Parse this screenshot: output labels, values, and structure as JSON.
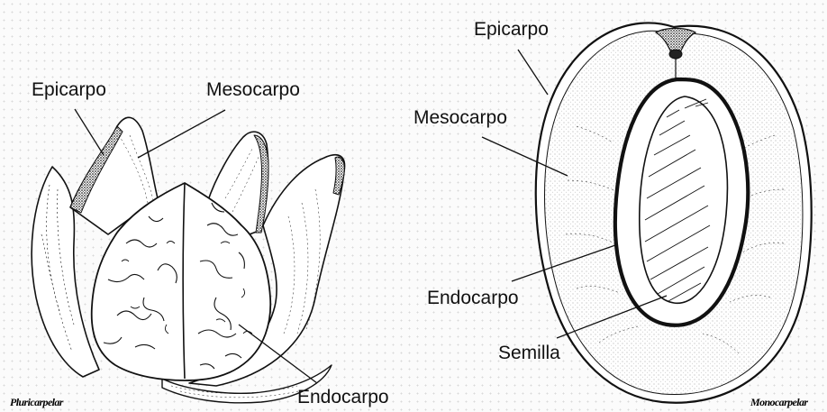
{
  "left_figure": {
    "caption": "Pluricarpelar",
    "labels": {
      "epicarpo": "Epicarpo",
      "mesocarpo": "Mesocarpo",
      "endocarpo": "Endocarpo"
    }
  },
  "right_figure": {
    "caption": "Monocarpelar",
    "labels": {
      "epicarpo": "Epicarpo",
      "mesocarpo": "Mesocarpo",
      "endocarpo": "Endocarpo",
      "semilla": "Semilla"
    }
  },
  "colors": {
    "ink": "#111111",
    "background": "#fbfbfb",
    "dots": "#d9d9d9"
  }
}
